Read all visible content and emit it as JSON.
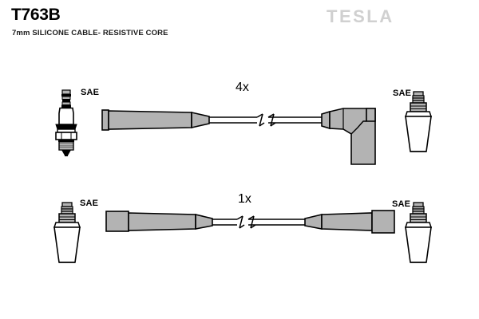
{
  "header": {
    "part_number": "T763B",
    "description": "7mm SILICONE CABLE- RESISTIVE CORE",
    "brand": "TESLA"
  },
  "colors": {
    "outline": "#000000",
    "connector_fill": "#b3b3b3",
    "boot_fill": "#ffffff",
    "terminal_fill": "#b3b3b3",
    "plug_body": "#000000",
    "logo_gray": "#d0d0d0",
    "background": "#ffffff"
  },
  "assemblies": [
    {
      "id": "top",
      "quantity_label": "4x",
      "left_end": {
        "terminal_label": "SAE",
        "terminal_type": "spark-plug",
        "connector_type": "straight-boot"
      },
      "right_end": {
        "terminal_label": "SAE",
        "terminal_type": "rubber-boot",
        "connector_type": "right-angle-boot"
      },
      "cable_break": true
    },
    {
      "id": "bottom",
      "quantity_label": "1x",
      "left_end": {
        "terminal_label": "SAE",
        "terminal_type": "rubber-boot",
        "connector_type": "straight-boot"
      },
      "right_end": {
        "terminal_label": "SAE",
        "terminal_type": "rubber-boot",
        "connector_type": "straight-boot"
      },
      "cable_break": true
    }
  ],
  "icons": {
    "spark_plug": "spark-plug-icon",
    "rubber_boot": "rubber-boot-icon",
    "cable_break": "cable-break-icon"
  }
}
